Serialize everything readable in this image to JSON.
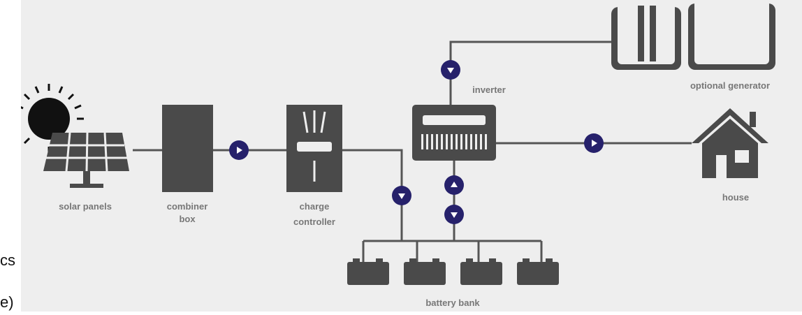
{
  "labels": {
    "solar_panels": "solar panels",
    "combiner_box": [
      "combiner",
      "box"
    ],
    "charge_controller": [
      "charge",
      "controller"
    ],
    "inverter": "inverter",
    "optional_generator": "optional generator",
    "house": "house",
    "battery_bank": "battery bank"
  },
  "edge_text": {
    "line1": "cs",
    "line2": "e)"
  },
  "colors": {
    "background": "#eeeeee",
    "component": "#4a4a4a",
    "flow_dot": "#26216b",
    "label": "#777777"
  },
  "icons": [
    "sun-icon",
    "solar-panel-icon",
    "house-icon",
    "generator-icon",
    "battery-icon"
  ]
}
